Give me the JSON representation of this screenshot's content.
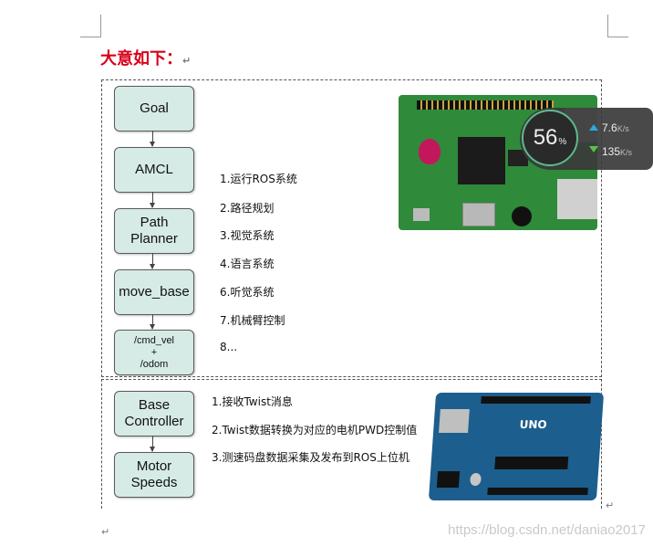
{
  "heading": "大意如下：",
  "para_mark": "↵",
  "upper_flow": [
    "Goal",
    "AMCL",
    "Path Planner",
    "move_base",
    "/cmd_vel\n+\n/odom"
  ],
  "lower_flow": [
    "Base Controller",
    "Motor Speeds"
  ],
  "upper_list": [
    "1.运行ROS系统",
    "2.路径规划",
    "3.视觉系统",
    "4.语言系统",
    "6.听觉系统",
    "7.机械臂控制",
    "8..."
  ],
  "lower_list": [
    "1.接收Twist消息",
    "2.Twist数据转换为对应的电机PWD控制值",
    "3.测速码盘数据采集及发布到ROS上位机"
  ],
  "speed_widget": {
    "percent": "56",
    "percent_sign": "%",
    "upload": "7.6",
    "download": "135",
    "unit": "K/s"
  },
  "arduino_logo": "UNO",
  "watermark": "https://blog.csdn.net/daniao2017"
}
